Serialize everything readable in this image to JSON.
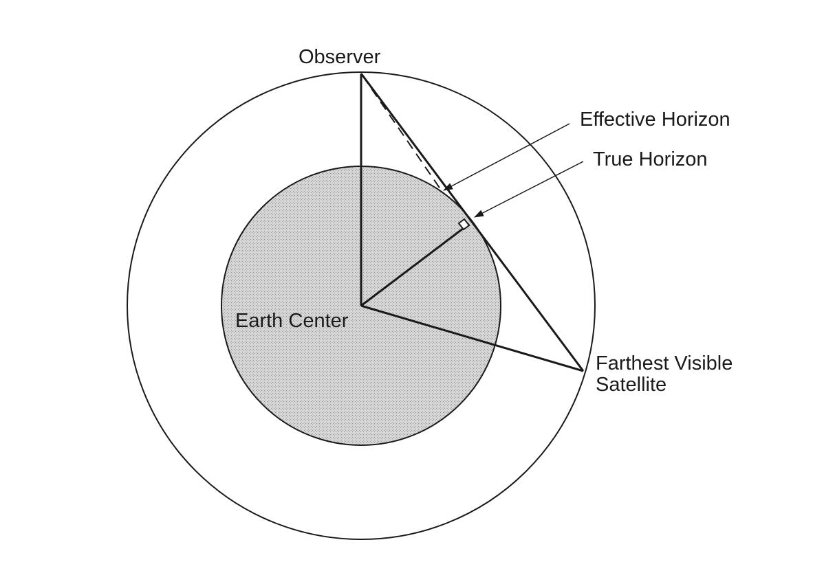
{
  "labels": {
    "observer": "Observer",
    "effective_horizon": "Effective Horizon",
    "true_horizon": "True Horizon",
    "earth_center": "Earth Center",
    "farthest_visible_line1": "Farthest Visible",
    "farthest_visible_line2": "Satellite"
  },
  "colors": {
    "line": "#1a1a1a",
    "earth_fill": "#d4d4d4",
    "background": "#ffffff"
  }
}
